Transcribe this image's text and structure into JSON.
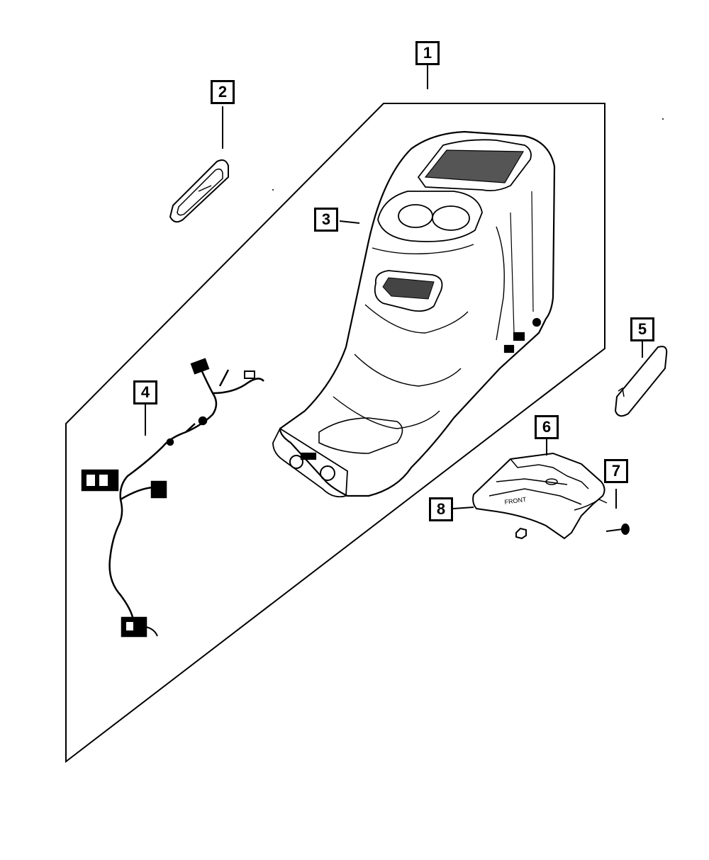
{
  "callouts": [
    {
      "label": "1"
    },
    {
      "label": "2"
    },
    {
      "label": "3"
    },
    {
      "label": "4"
    },
    {
      "label": "5"
    },
    {
      "label": "6"
    },
    {
      "label": "7"
    },
    {
      "label": "8"
    }
  ],
  "parts_text": {
    "front_marking": "FRONT"
  }
}
